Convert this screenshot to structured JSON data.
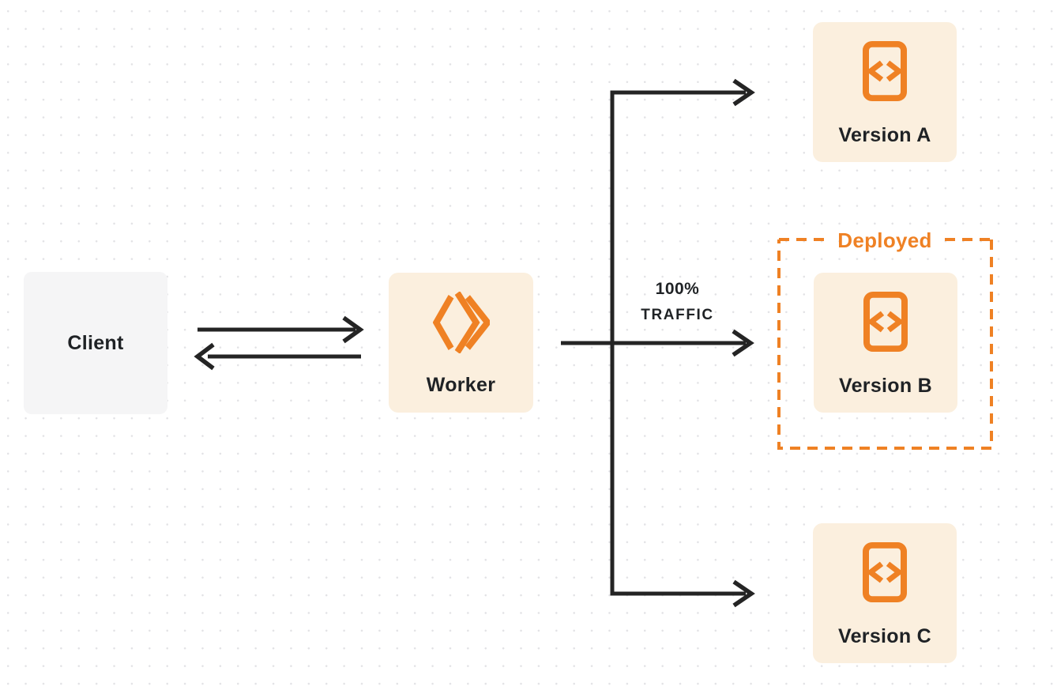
{
  "nodes": {
    "client": {
      "label": "Client"
    },
    "worker": {
      "label": "Worker"
    },
    "version_a": {
      "label": "Version A"
    },
    "version_b": {
      "label": "Version B"
    },
    "version_c": {
      "label": "Version C"
    }
  },
  "annotations": {
    "deployed": "Deployed",
    "traffic_line1": "100%",
    "traffic_line2": "TRAFFIC"
  },
  "edges": [
    {
      "from": "client",
      "to": "worker",
      "direction": "right"
    },
    {
      "from": "worker",
      "to": "client",
      "direction": "left"
    },
    {
      "from": "worker",
      "to": "version_a"
    },
    {
      "from": "worker",
      "to": "version_b",
      "label": "100% TRAFFIC"
    },
    {
      "from": "worker",
      "to": "version_c"
    }
  ],
  "icons": {
    "worker": "workers-chevron-icon",
    "versions": "code-file-icon"
  },
  "colors": {
    "accent_orange": "#EF8124",
    "node_fill_cream": "#FBEFDE",
    "client_fill_gray": "#F5F5F6",
    "arrow_black": "#242424",
    "text_dark": "#1F2225",
    "dot_grid": "#E2E2E5",
    "background": "#FFFFFF"
  }
}
